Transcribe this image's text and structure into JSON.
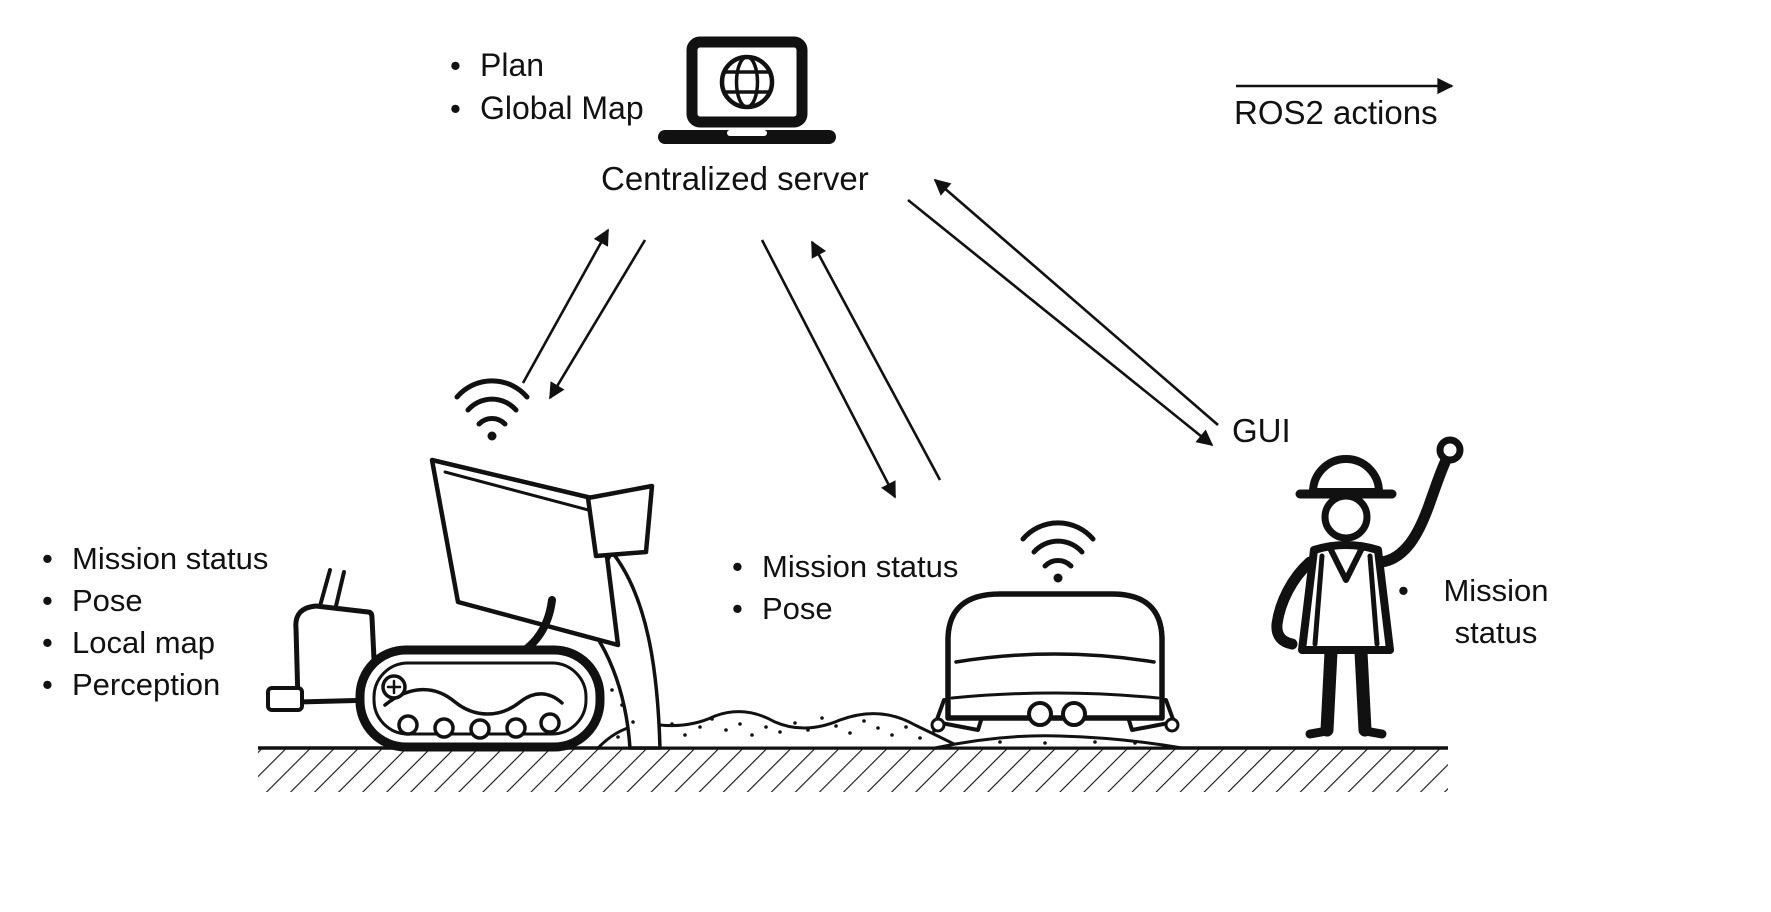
{
  "colors": {
    "ink": "#111111",
    "background": "#ffffff"
  },
  "server": {
    "label": "Centralized server",
    "outputs": [
      "Plan",
      "Global Map"
    ]
  },
  "legend": {
    "label": "ROS2 actions"
  },
  "gui": {
    "label": "GUI"
  },
  "dumper": {
    "outputs": [
      "Mission status",
      "Pose",
      "Local map",
      "Perception"
    ]
  },
  "rover": {
    "outputs": [
      "Mission status",
      "Pose"
    ]
  },
  "operator": {
    "outputs": [
      "Mission status"
    ]
  },
  "icons": {
    "server": "laptop-globe-icon",
    "robots": "wifi-icon",
    "legend": "right-arrow-icon"
  }
}
